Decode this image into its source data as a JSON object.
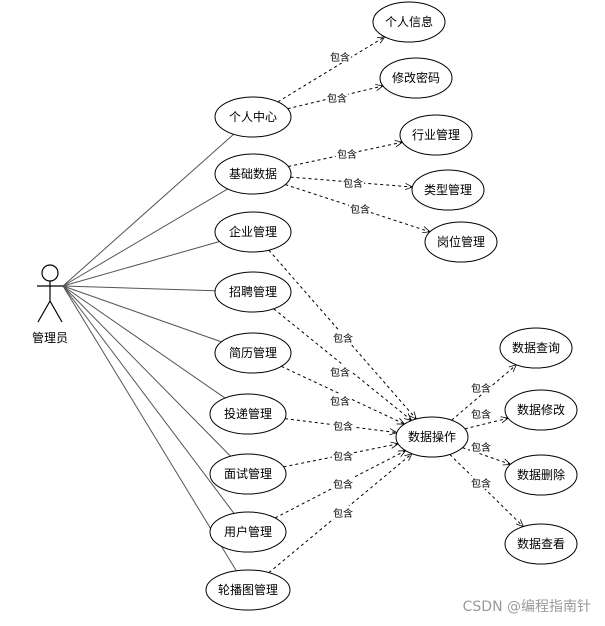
{
  "actor": {
    "label": "管理员"
  },
  "use_cases": [
    {
      "id": "personal_center",
      "label": "个人中心"
    },
    {
      "id": "personal_info",
      "label": "个人信息"
    },
    {
      "id": "change_password",
      "label": "修改密码"
    },
    {
      "id": "basic_data",
      "label": "基础数据"
    },
    {
      "id": "industry_mgmt",
      "label": "行业管理"
    },
    {
      "id": "type_mgmt",
      "label": "类型管理"
    },
    {
      "id": "position_mgmt",
      "label": "岗位管理"
    },
    {
      "id": "company_mgmt",
      "label": "企业管理"
    },
    {
      "id": "recruit_mgmt",
      "label": "招聘管理"
    },
    {
      "id": "resume_mgmt",
      "label": "简历管理"
    },
    {
      "id": "delivery_mgmt",
      "label": "投递管理"
    },
    {
      "id": "interview_mgmt",
      "label": "面试管理"
    },
    {
      "id": "user_mgmt",
      "label": "用户管理"
    },
    {
      "id": "carousel_mgmt",
      "label": "轮播图管理"
    },
    {
      "id": "data_ops",
      "label": "数据操作"
    },
    {
      "id": "data_query",
      "label": "数据查询"
    },
    {
      "id": "data_edit",
      "label": "数据修改"
    },
    {
      "id": "data_delete",
      "label": "数据删除"
    },
    {
      "id": "data_view",
      "label": "数据查看"
    }
  ],
  "associations": [
    "personal_center",
    "basic_data",
    "company_mgmt",
    "recruit_mgmt",
    "resume_mgmt",
    "delivery_mgmt",
    "interview_mgmt",
    "user_mgmt",
    "carousel_mgmt"
  ],
  "include_label": "包含",
  "includes": [
    {
      "from": "personal_center",
      "to": "personal_info"
    },
    {
      "from": "personal_center",
      "to": "change_password"
    },
    {
      "from": "basic_data",
      "to": "industry_mgmt"
    },
    {
      "from": "basic_data",
      "to": "type_mgmt"
    },
    {
      "from": "basic_data",
      "to": "position_mgmt"
    },
    {
      "from": "company_mgmt",
      "to": "data_ops"
    },
    {
      "from": "recruit_mgmt",
      "to": "data_ops"
    },
    {
      "from": "resume_mgmt",
      "to": "data_ops"
    },
    {
      "from": "delivery_mgmt",
      "to": "data_ops"
    },
    {
      "from": "interview_mgmt",
      "to": "data_ops"
    },
    {
      "from": "user_mgmt",
      "to": "data_ops"
    },
    {
      "from": "carousel_mgmt",
      "to": "data_ops"
    },
    {
      "from": "data_ops",
      "to": "data_query"
    },
    {
      "from": "data_ops",
      "to": "data_edit"
    },
    {
      "from": "data_ops",
      "to": "data_delete"
    },
    {
      "from": "data_ops",
      "to": "data_view"
    }
  ],
  "watermark": "CSDN @编程指南针"
}
